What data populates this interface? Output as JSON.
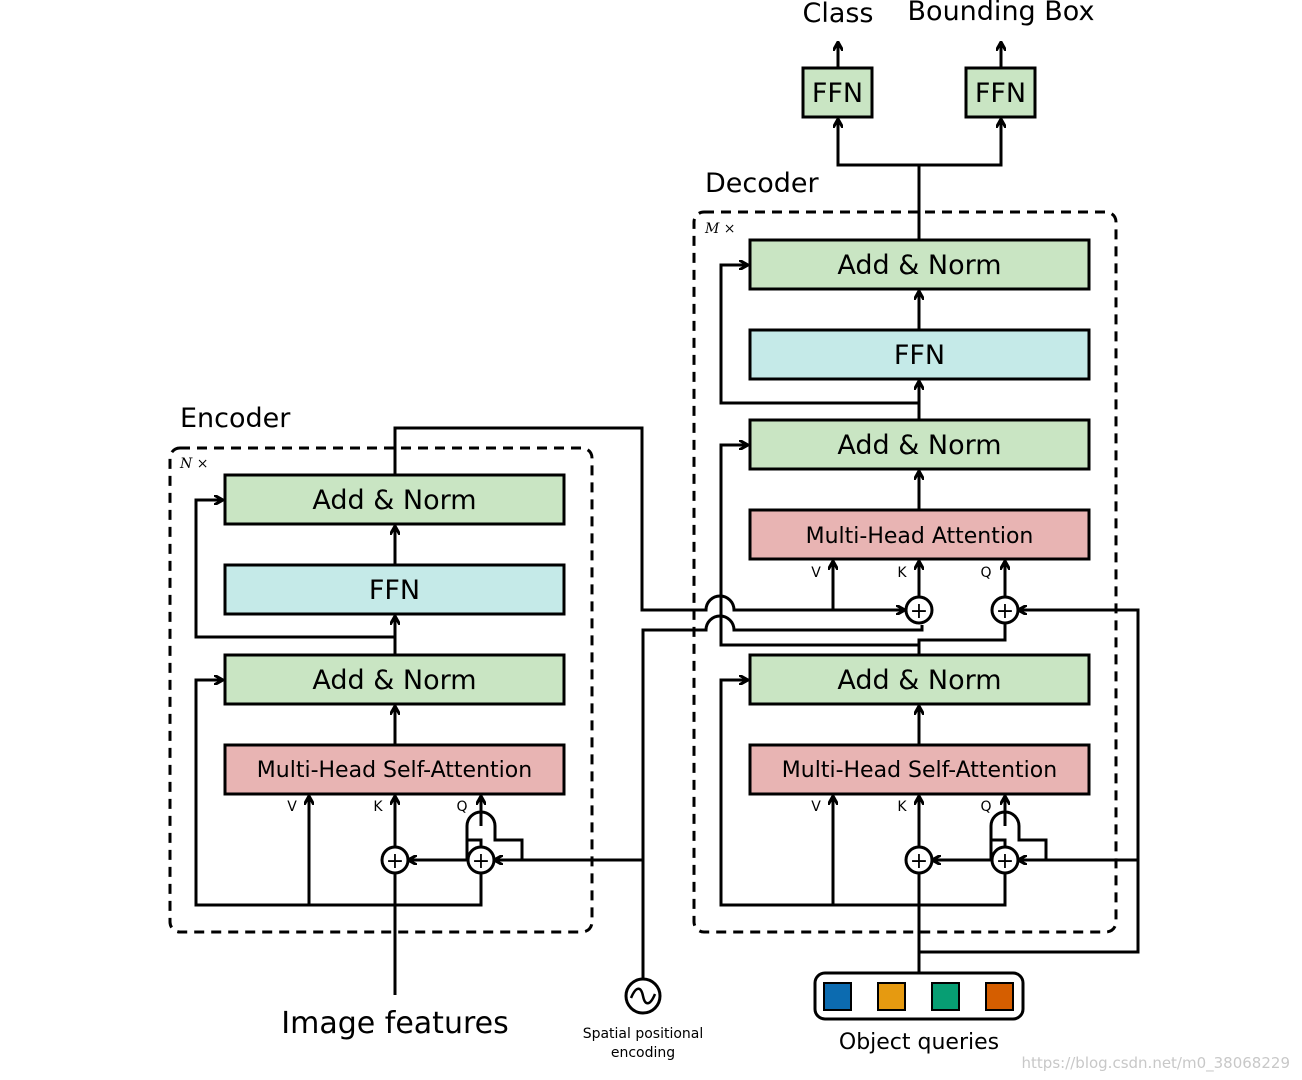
{
  "encoder": {
    "title": "Encoder",
    "repeat": "N ×",
    "add_norm_top": "Add & Norm",
    "ffn": "FFN",
    "add_norm_bottom": "Add & Norm",
    "self_attention": "Multi-Head Self-Attention",
    "v": "V",
    "k": "K",
    "q": "Q"
  },
  "decoder": {
    "title": "Decoder",
    "repeat": "M ×",
    "add_norm_top": "Add & Norm",
    "ffn": "FFN",
    "add_norm_mid": "Add & Norm",
    "cross_attention": "Multi-Head Attention",
    "add_norm_bottom": "Add & Norm",
    "self_attention": "Multi-Head Self-Attention",
    "v": "V",
    "k": "K",
    "q": "Q"
  },
  "heads": {
    "class_ffn": "FFN",
    "bbox_ffn": "FFN",
    "class_label": "Class",
    "bbox_label": "Bounding Box"
  },
  "inputs": {
    "image_features": "Image features",
    "spatial_line1": "Spatial  positional",
    "spatial_line2": "encoding",
    "object_queries": "Object  queries",
    "query_colors": [
      "#0c6bb0",
      "#e69a10",
      "#079e73",
      "#d55e00"
    ]
  },
  "plus": "+",
  "watermark": "https://blog.csdn.net/m0_38068229"
}
